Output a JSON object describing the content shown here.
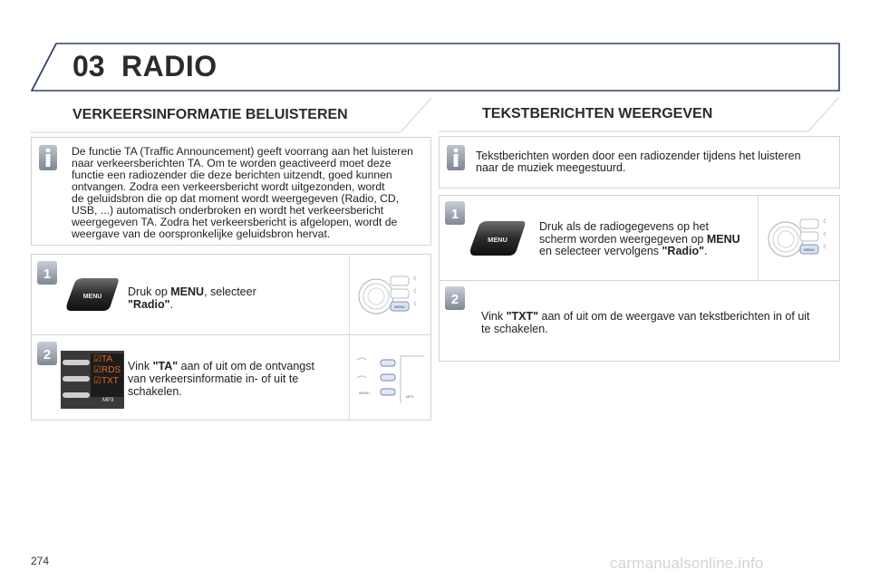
{
  "header": {
    "chapter": "03",
    "title": "RADIO"
  },
  "left": {
    "section_title": "VERKEERSINFORMATIE BELUISTEREN",
    "info_text": "De functie TA (Traffic Announcement) geeft voorrang aan het luisteren naar verkeersberichten TA. Om te worden geactiveerd moet deze functie een radiozender die deze berichten uitzendt, goed kunnen ontvangen. Zodra een verkeersbericht wordt uitgezonden, wordt de geluidsbron die op dat moment wordt weergegeven (Radio, CD, USB, ...) automatisch onderbroken en wordt het verkeersbericht weergegeven TA. Zodra het verkeersbericht is afgelopen, wordt de weergave van de oorspronkelijke geluidsbron hervat.",
    "info_lines": [
      "De functie TA (Traffic Announcement) geeft voorrang aan het luisteren",
      "naar verkeersberichten TA. Om te worden geactiveerd moet deze",
      "functie een radiozender die deze berichten uitzendt, goed kunnen",
      "ontvangen. Zodra een verkeersbericht wordt uitgezonden, wordt",
      "de geluidsbron die op dat moment wordt weergegeven (Radio, CD,",
      "USB, ...) automatisch onderbroken en wordt het verkeersbericht",
      "weergegeven TA. Zodra het verkeersbericht is afgelopen, wordt de",
      "weergave van de oorspronkelijke geluidsbron hervat."
    ],
    "step1": {
      "number": "1",
      "text_pre": "Druk op ",
      "text_bold1": "MENU",
      "text_mid": ", selecteer",
      "text_bold2": "\"Radio\"",
      "text_post": ".",
      "button_label": "MENU"
    },
    "step2": {
      "number": "2",
      "text_pre": "Vink ",
      "text_bold": "\"TA\"",
      "line1_post": " aan of uit om de ontvangst",
      "line2": "van verkeersinformatie in- of uit te",
      "line3": "schakelen.",
      "options": [
        "TA",
        "RDS",
        "TXT"
      ],
      "mp3_label": "MP3"
    },
    "panel": {
      "menu_label": "MENU",
      "mp3_label": "MP3"
    }
  },
  "right": {
    "section_title": "TEKSTBERICHTEN WEERGEVEN",
    "info_lines": [
      "Tekstberichten worden door een radiozender tijdens het luisteren",
      "naar de muziek meegestuurd."
    ],
    "step1": {
      "number": "1",
      "line1": "Druk als de radiogegevens op het",
      "line2_pre": "scherm worden weergegeven op ",
      "line2_bold": "MENU",
      "line3_pre": "en selecteer vervolgens ",
      "line3_bold": "\"Radio\"",
      "line3_post": ".",
      "button_label": "MENU"
    },
    "step2": {
      "number": "2",
      "text_pre": "Vink ",
      "text_bold": "\"TXT\"",
      "line1_post": " aan of uit om de weergave van tekstberichten in of uit",
      "line2": "te schakelen."
    },
    "panel": {
      "menu_label": "MENU"
    }
  },
  "footer": {
    "page_number": "274",
    "watermark": "carmanualsonline.info"
  },
  "colors": {
    "frame": "#2e3e6e",
    "box_border": "#cfd4da",
    "orange": "#e36b1f",
    "badge_blue": "#4a78b5"
  }
}
